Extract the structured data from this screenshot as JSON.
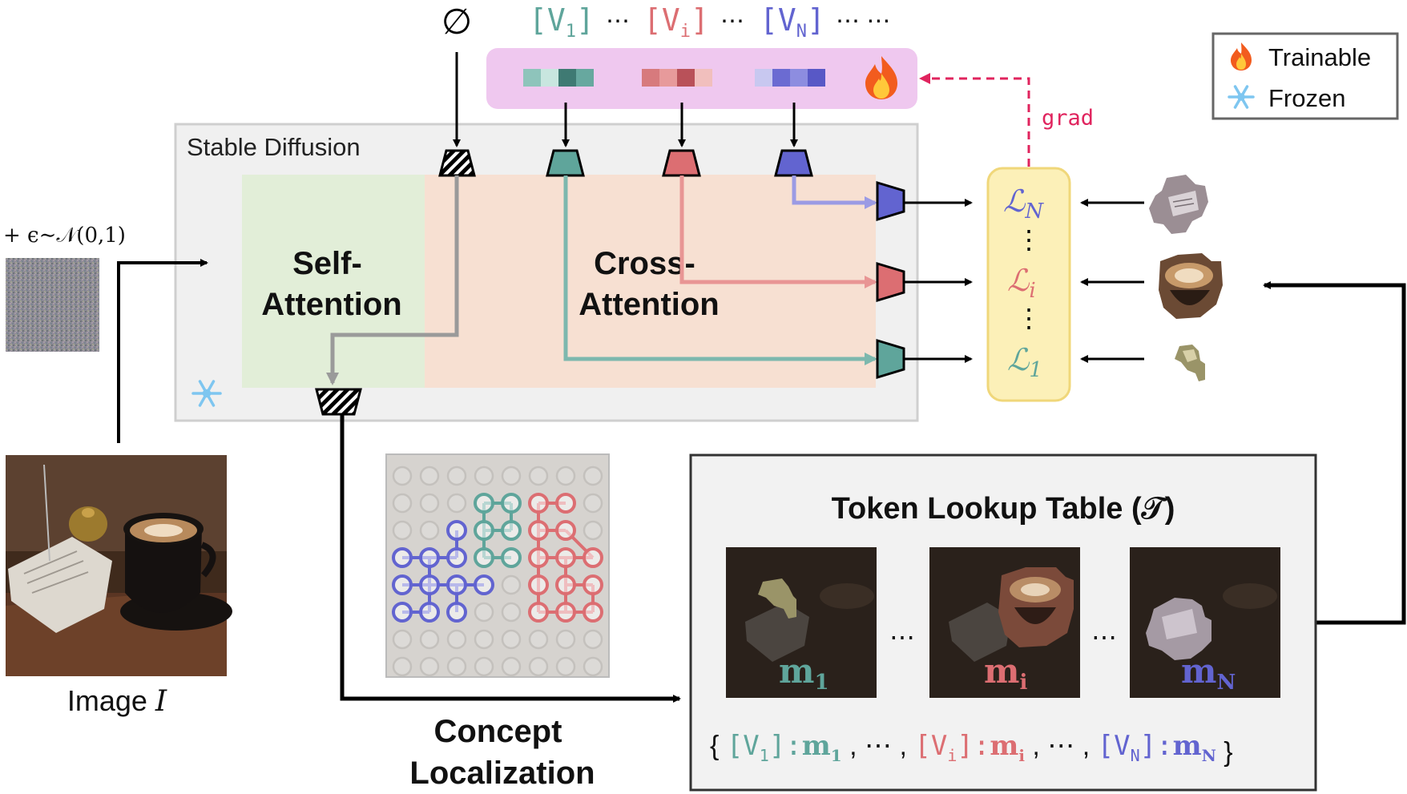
{
  "colors": {
    "teal": "#5fa59b",
    "red": "#dc6e72",
    "blue": "#6264d0",
    "gray_arrow": "#9a9a9a",
    "embed_bg": "#efc8ef",
    "sd_bg": "#f0f0f0",
    "self_attn_bg": "#e2eed8",
    "cross_attn_bg": "#f7e0d2",
    "loss_bg": "#fcf0b8",
    "grad": "#e0245e"
  },
  "top_tokens": {
    "null_symbol": "∅",
    "v1_open": "[V",
    "v1_sub": "1",
    "v1_close": "]",
    "ellipsis": "⋯",
    "vi_open": "[V",
    "vi_sub": "i",
    "vi_close": "]",
    "vn_open": "[V",
    "vn_sub": "N",
    "vn_close": "]",
    "trailing": "⋯ ⋯"
  },
  "legend": {
    "trainable_icon": "fire-icon",
    "trainable_label": "Trainable",
    "frozen_icon": "snowflake-icon",
    "frozen_label": "Frozen"
  },
  "stable_diffusion": {
    "title": "Stable Diffusion",
    "self_attention": [
      "Self-",
      "Attention"
    ],
    "cross_attention": [
      "Cross-",
      "Attention"
    ],
    "frozen_icon": "snowflake-icon"
  },
  "noise": {
    "label": "+ ϵ∼𝒩(0,1)"
  },
  "image": {
    "label": "Image",
    "var": "I"
  },
  "grad": {
    "label": "grad"
  },
  "losses": {
    "ln": "ℒ",
    "ln_sub": "N",
    "li": "ℒ",
    "li_sub": "i",
    "l1": "ℒ",
    "l1_sub": "1",
    "dots": "⋮"
  },
  "concept_localization": {
    "line1": "Concept",
    "line2": "Localization"
  },
  "token_lookup": {
    "title": "Token Lookup Table (𝒯)",
    "masks": [
      {
        "label": "m",
        "sub": "1"
      },
      {
        "label": "m",
        "sub": "i"
      },
      {
        "label": "m",
        "sub": "N"
      }
    ],
    "ellipsis": "⋯",
    "formula": {
      "open_brace": "{",
      "v1": "[V",
      "v1_sub": "1",
      "v1_close": "]:",
      "m1": "m",
      "m1_sub": "1",
      "sep": ", ⋯ ,",
      "vi": "[V",
      "vi_sub": "i",
      "vi_close": "]:",
      "mi": "m",
      "mi_sub": "i",
      "vn": "[V",
      "vn_sub": "N",
      "vn_close": "]:",
      "mn": "m",
      "mn_sub": "N",
      "close_brace": "}"
    }
  }
}
